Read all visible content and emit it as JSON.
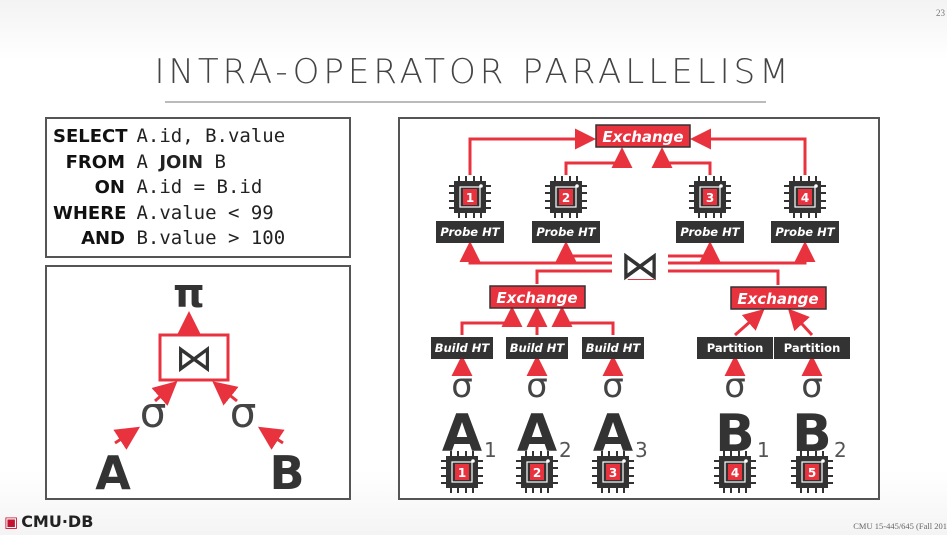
{
  "page_number": "23",
  "title": "INTRA-OPERATOR PARALLELISM",
  "sql": [
    {
      "kw": "SELECT",
      "rest": " A.id, B.value"
    },
    {
      "kw": "FROM",
      "rest": " A ",
      "kw2": "JOIN",
      "rest2": " B"
    },
    {
      "kw": "ON",
      "rest": " A.id = B.id"
    },
    {
      "kw": "WHERE",
      "rest": " A.value < 99"
    },
    {
      "kw": "AND",
      "rest": " B.value > 100"
    }
  ],
  "tree": {
    "projection": "π",
    "join": "⋈",
    "selection": "σ",
    "left_table": "A",
    "right_table": "B"
  },
  "plan": {
    "exchange_top": "Exchange",
    "exchange_build": "Exchange",
    "exchange_partition": "Exchange",
    "probe_label": "Probe HT",
    "build_label": "Build HT",
    "partition_label": "Partition",
    "probe_workers": [
      "1",
      "2",
      "3",
      "4"
    ],
    "build_workers": [
      "1",
      "2",
      "3"
    ],
    "partition_workers": [
      "4",
      "5"
    ],
    "sigma": "σ",
    "join": "⋈",
    "a_label": "A",
    "b_label": "B",
    "a_subscripts": [
      "1",
      "2",
      "3"
    ],
    "b_subscripts": [
      "1",
      "2"
    ]
  },
  "logo": "CMU·DB",
  "footer": "CMU 15-445/645 (Fall 201",
  "colors": {
    "accent": "#e8333f",
    "outline": "#555555",
    "text": "#222222"
  }
}
